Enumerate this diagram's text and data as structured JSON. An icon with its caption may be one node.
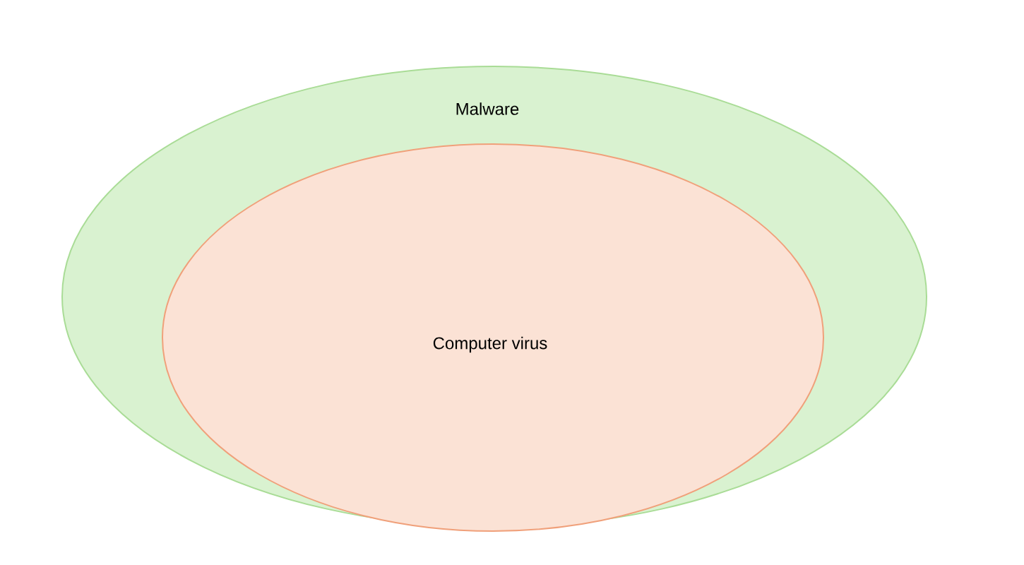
{
  "diagram": {
    "nodes": [
      {
        "text": [
          "Malware"
        ]
      },
      {
        "text": [
          "Computer virus"
        ],
        "in": 0
      }
    ]
  }
}
